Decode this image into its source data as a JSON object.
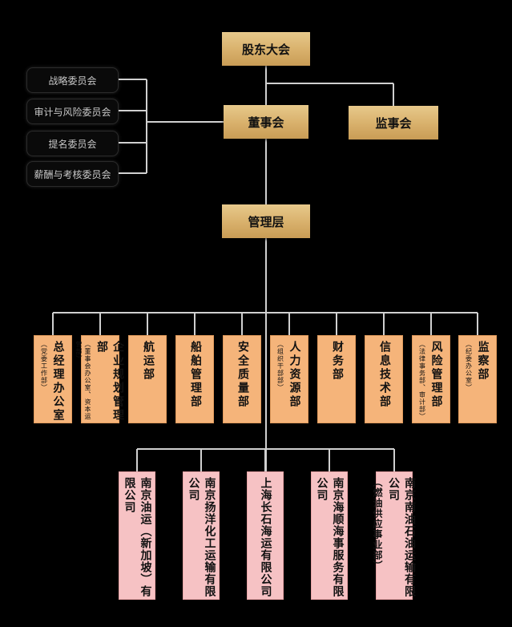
{
  "top": {
    "shareholders": "股东大会",
    "board": "董事会",
    "supervisors": "监事会",
    "management": "管理层"
  },
  "committees": [
    "战略委员会",
    "审计与风险委员会",
    "提名委员会",
    "薪酬与考核委员会"
  ],
  "departments": [
    {
      "name": "总经理办公室",
      "note": "（党委工作部）"
    },
    {
      "name": "企业规划管理部",
      "note": "（董事会办公室、资本运营部）"
    },
    {
      "name": "航运部",
      "note": ""
    },
    {
      "name": "船舶管理部",
      "note": ""
    },
    {
      "name": "安全质量部",
      "note": ""
    },
    {
      "name": "人力资源部",
      "note": "（组织干部部）"
    },
    {
      "name": "财务部",
      "note": ""
    },
    {
      "name": "信息技术部",
      "note": ""
    },
    {
      "name": "风险管理部",
      "note": "（法律事务部、审计部）"
    },
    {
      "name": "监察部",
      "note": "（纪委办公室）"
    }
  ],
  "subsidiaries": [
    {
      "name": "南京油运（新加坡）有限公司",
      "note": ""
    },
    {
      "name": "南京扬洋化工运输有限公司",
      "note": ""
    },
    {
      "name": "上海长石海运有限公司",
      "note": ""
    },
    {
      "name": "南京海顺海事服务有限公司",
      "note": ""
    },
    {
      "name": "南京南油石油运输有限公司",
      "note": "（燃油供应事业部）"
    }
  ],
  "colors": {
    "background": "#000000",
    "connector": "#d0d0d0",
    "gold": "#d8b06b",
    "department": "#f5b47a",
    "subsidiary": "#f6c2c4"
  }
}
